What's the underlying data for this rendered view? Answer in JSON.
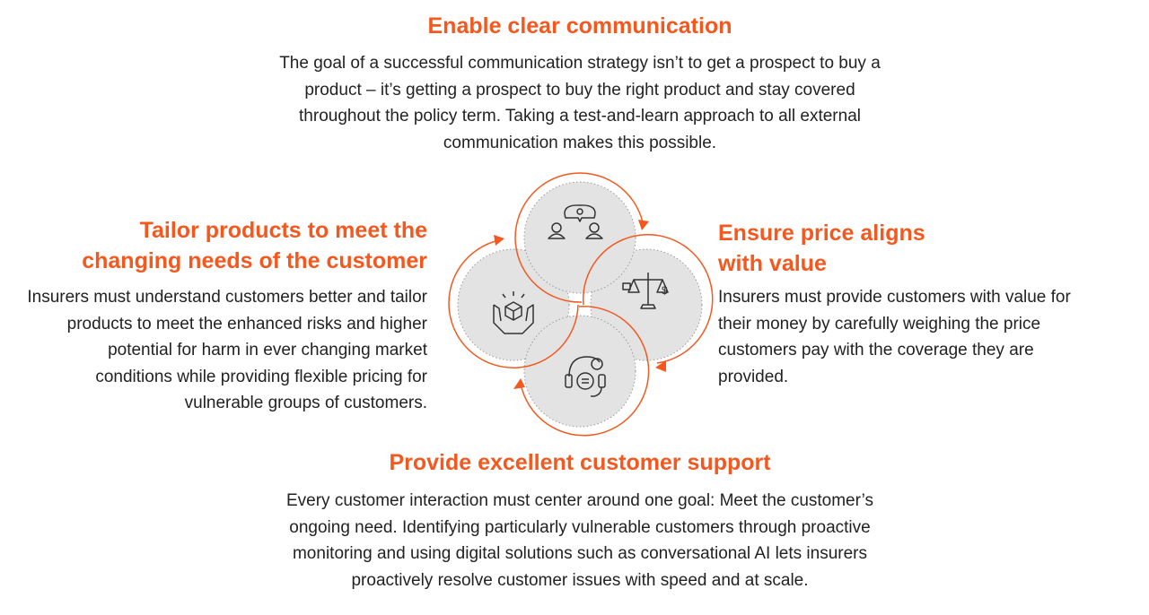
{
  "sections": {
    "top": {
      "title": "Enable clear communication",
      "body": "The goal of a successful communication strategy isn’t to get a prospect to buy a product – it’s getting a prospect to buy the right product and stay covered throughout the policy term. Taking a test-and-learn approach to all external communication makes this possible.",
      "icon": "conversation-idea-icon"
    },
    "left": {
      "title": "Tailor products to meet the changing needs of the customer",
      "body": "Insurers must understand customers better and tailor products to meet the enhanced risks and higher potential for harm in ever changing market conditions while providing flexible pricing for vulnerable groups of customers.",
      "icon": "hands-box-icon"
    },
    "right": {
      "title": "Ensure price aligns with value",
      "body": "Insurers must provide customers with value for their money by carefully weighing the price customers pay with the coverage they are provided.",
      "icon": "balance-scale-icon"
    },
    "bottom": {
      "title": "Provide excellent customer support",
      "body": "Every customer interaction must center around one goal: Meet the customer’s ongoing need. Identifying particularly vulnerable customers through proactive monitoring and using digital solutions such as conversational AI lets insurers proactively resolve customer issues with speed and at scale.",
      "icon": "headset-support-icon"
    }
  },
  "colors": {
    "accent": "#f4581e",
    "circle": "#e3e3e3",
    "text": "#222222"
  }
}
